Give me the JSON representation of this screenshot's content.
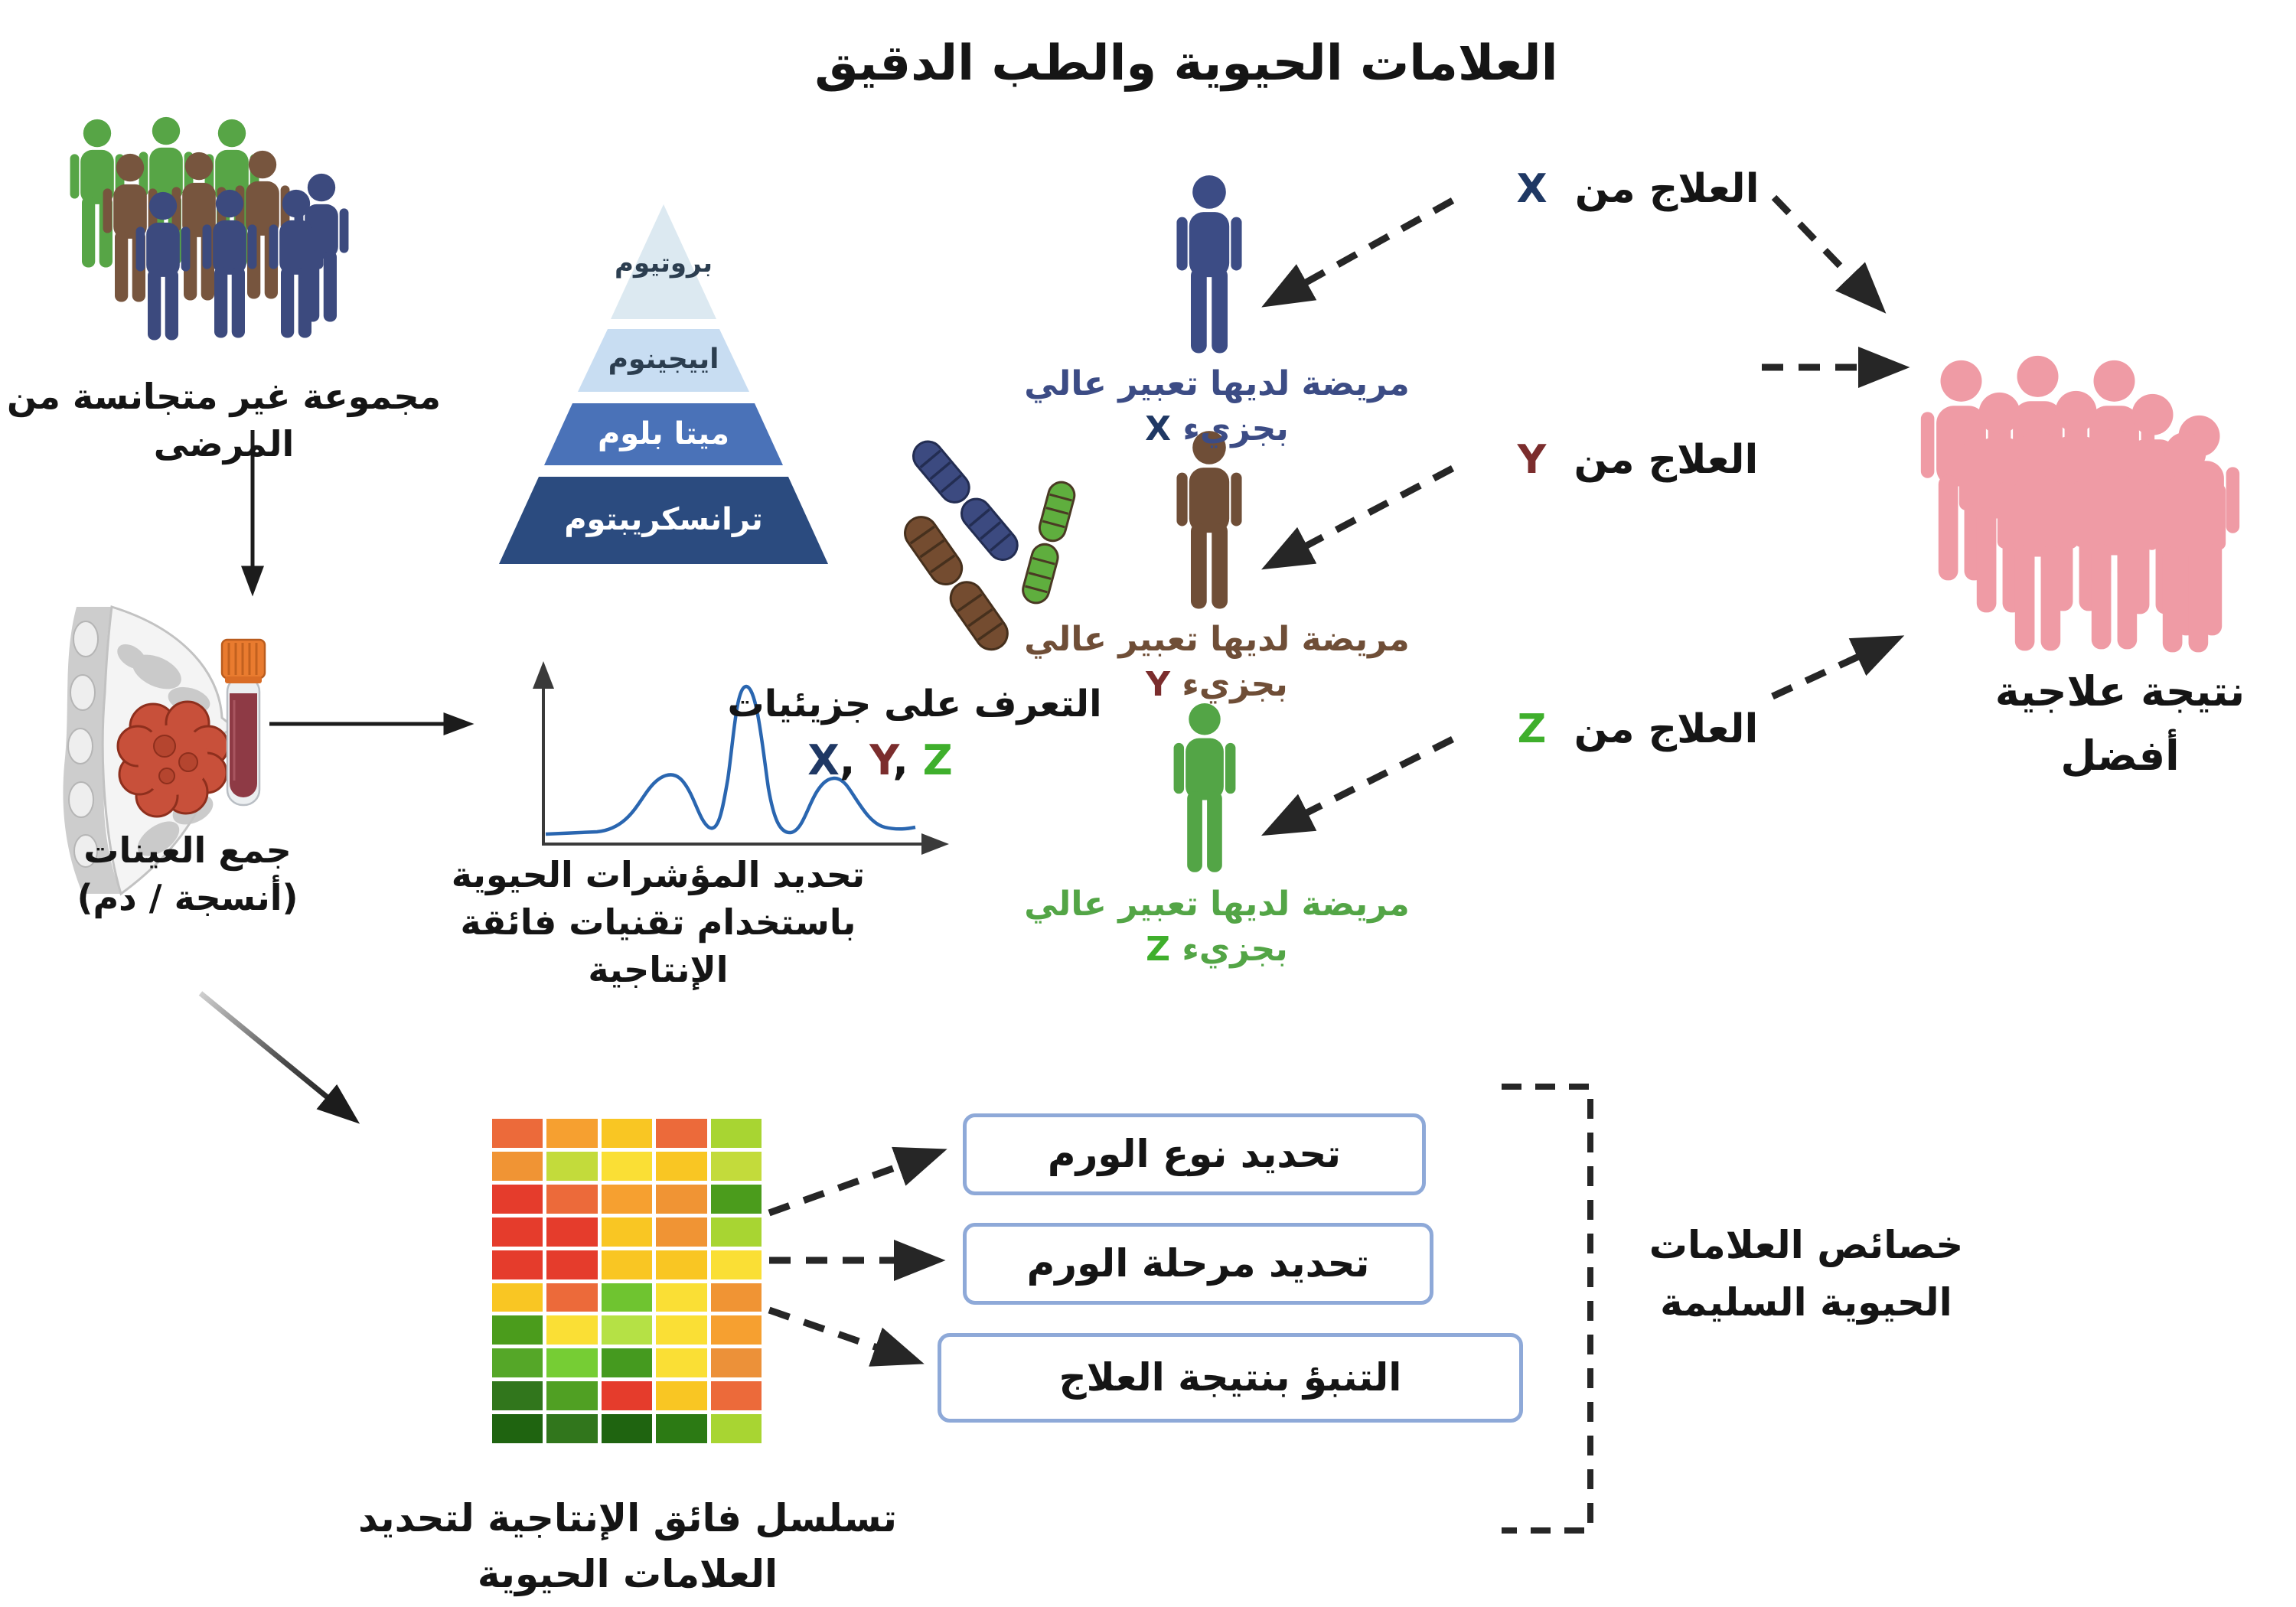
{
  "title": "العلامات الحيوية والطب الدقيق",
  "patient_group": {
    "label": "مجموعة غير متجانسة من المرضى",
    "colors": {
      "green": "#57a546",
      "brown": "#77553e",
      "navy": "#3c4a7e"
    }
  },
  "sample_collection": {
    "label_line1": "جمع العينات",
    "label_line2": "(أنسجة / دم)"
  },
  "omics_pyramid": {
    "levels": [
      {
        "label": "بروتيوم",
        "color": "#dce9f1",
        "text_color": "#2c3e50"
      },
      {
        "label": "اييجينوم",
        "color": "#c8ddf2",
        "text_color": "#2c3e50"
      },
      {
        "label": "ميتا بلوم",
        "color": "#4a72b8",
        "text_color": "#ffffff"
      },
      {
        "label": "ترانسكريبتوم",
        "color": "#2b4b7f",
        "text_color": "#ffffff"
      }
    ]
  },
  "biomarker_identification": {
    "label_line1": "تحديد المؤشرات الحيوية",
    "label_line2": "باستخدام تقنيات فائقة الإنتاجية",
    "curve_color": "#2a66b0"
  },
  "molecule_recognition": {
    "intro": "التعرف على جزيئيات",
    "separator": ", ",
    "molecules": [
      {
        "symbol": "X",
        "color": "#1f3864"
      },
      {
        "symbol": "Y",
        "color": "#7b2d2d"
      },
      {
        "symbol": "Z",
        "color": "#3faf2c"
      }
    ]
  },
  "chromosome_colors": {
    "navy": "#3c4a80",
    "brown": "#744c30",
    "green": "#5fae3e"
  },
  "treatments": [
    {
      "prefix": "العلاج  من",
      "symbol": "X",
      "symbol_color": "#1f3864",
      "patient_label": "مريضة لديها تعبير عالي بجزيء",
      "color": "#3c4c85"
    },
    {
      "prefix": "العلاج  من",
      "symbol": "Y",
      "symbol_color": "#7b2d2d",
      "patient_label": "مريضة لديها تعبير عالي بجزيء",
      "color": "#6f4e37"
    },
    {
      "prefix": "العلاج  من",
      "symbol": "Z",
      "symbol_color": "#3faf2c",
      "patient_label": "مريضة لديها تعبير عالي بجزيء",
      "color": "#53a546"
    }
  ],
  "outcome": {
    "label_line1": "نتيجة علاجية",
    "label_line2": "أفضل",
    "people_color": "#ef9ba5"
  },
  "heatmap": {
    "label_line1": "تسلسل فائق الإنتاجية لتحديد",
    "label_line2": "العلامات الحيوية",
    "rows": [
      [
        "#ec6a3a",
        "#f6a030",
        "#f9c623",
        "#ec6a3a",
        "#a8d532"
      ],
      [
        "#f09434",
        "#c3db3b",
        "#fadf35",
        "#f9c623",
        "#c3db3b"
      ],
      [
        "#e53c2c",
        "#ec6a3a",
        "#f6a030",
        "#f09434",
        "#4b9c1c"
      ],
      [
        "#e53c2c",
        "#e53c2c",
        "#f9c623",
        "#f09434",
        "#a8d532"
      ],
      [
        "#e53c2c",
        "#e53c2c",
        "#f9c623",
        "#f9c623",
        "#fadf35"
      ],
      [
        "#f9c623",
        "#ec6a3a",
        "#6fc430",
        "#fadf35",
        "#f09434"
      ],
      [
        "#4b9c1c",
        "#fadf35",
        "#b5e145",
        "#fadf35",
        "#f6a030"
      ],
      [
        "#55a728",
        "#76cd34",
        "#459a1f",
        "#fadf35",
        "#ec9139"
      ],
      [
        "#31761c",
        "#50a023",
        "#e53c2c",
        "#f9c623",
        "#ec6a3a"
      ],
      [
        "#1f6410",
        "#31761c",
        "#1f6410",
        "#2c7a14",
        "#a8d532"
      ]
    ]
  },
  "criteria_boxes": [
    {
      "label": "تحديد نوع الورم"
    },
    {
      "label": "تحديد مرحلة الورم"
    },
    {
      "label": "التنبؤ بنتيجة العلاج"
    }
  ],
  "bracket_label": {
    "line1": "خصائص العلامات",
    "line2": "الحيوية السليمة"
  }
}
